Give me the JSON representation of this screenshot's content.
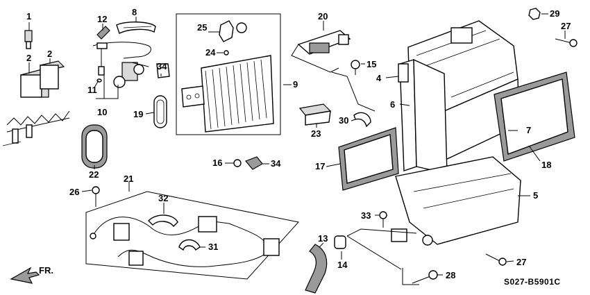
{
  "diagram": {
    "callouts": [
      "1",
      "2",
      "2",
      "12",
      "8",
      "25",
      "24",
      "20",
      "15",
      "29",
      "27",
      "4",
      "9",
      "11",
      "10",
      "34",
      "19",
      "6",
      "7",
      "30",
      "23",
      "22",
      "16",
      "34",
      "17",
      "18",
      "21",
      "32",
      "26",
      "31",
      "33",
      "5",
      "13",
      "14",
      "27",
      "28"
    ],
    "direction_label": "FR.",
    "diagram_code": "S027-B5901C"
  },
  "colors": {
    "ink": "#000000",
    "shade": "#9a9a9a",
    "paper": "#ffffff"
  }
}
